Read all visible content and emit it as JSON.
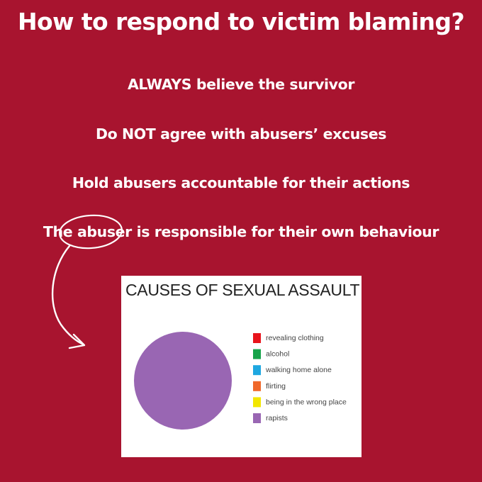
{
  "heading": "How to respond to victim blaming?",
  "points": {
    "p1": "ALWAYS believe the survivor",
    "p2": "Do NOT agree with abusers’ excuses",
    "p3": "Hold abusers accountable for their actions",
    "p4_before": "The ",
    "p4_circled": "abuser",
    "p4_after": " is responsible for their own behaviour"
  },
  "colors": {
    "background": "#a8142f",
    "text": "#ffffff"
  },
  "chart_data": {
    "type": "pie",
    "title": "CAUSES OF SEXUAL ASSAULT",
    "legend_position": "right",
    "slices": [
      {
        "label": "revealing clothing",
        "value": 0,
        "color": "#e8141c"
      },
      {
        "label": "alcohol",
        "value": 0,
        "color": "#16a34a"
      },
      {
        "label": "walking home alone",
        "value": 0,
        "color": "#1ea7e0"
      },
      {
        "label": "flirting",
        "value": 0,
        "color": "#f0682a"
      },
      {
        "label": "being in the wrong place",
        "value": 0,
        "color": "#f2e600"
      },
      {
        "label": "rapists",
        "value": 100,
        "color": "#9966b3"
      }
    ]
  }
}
